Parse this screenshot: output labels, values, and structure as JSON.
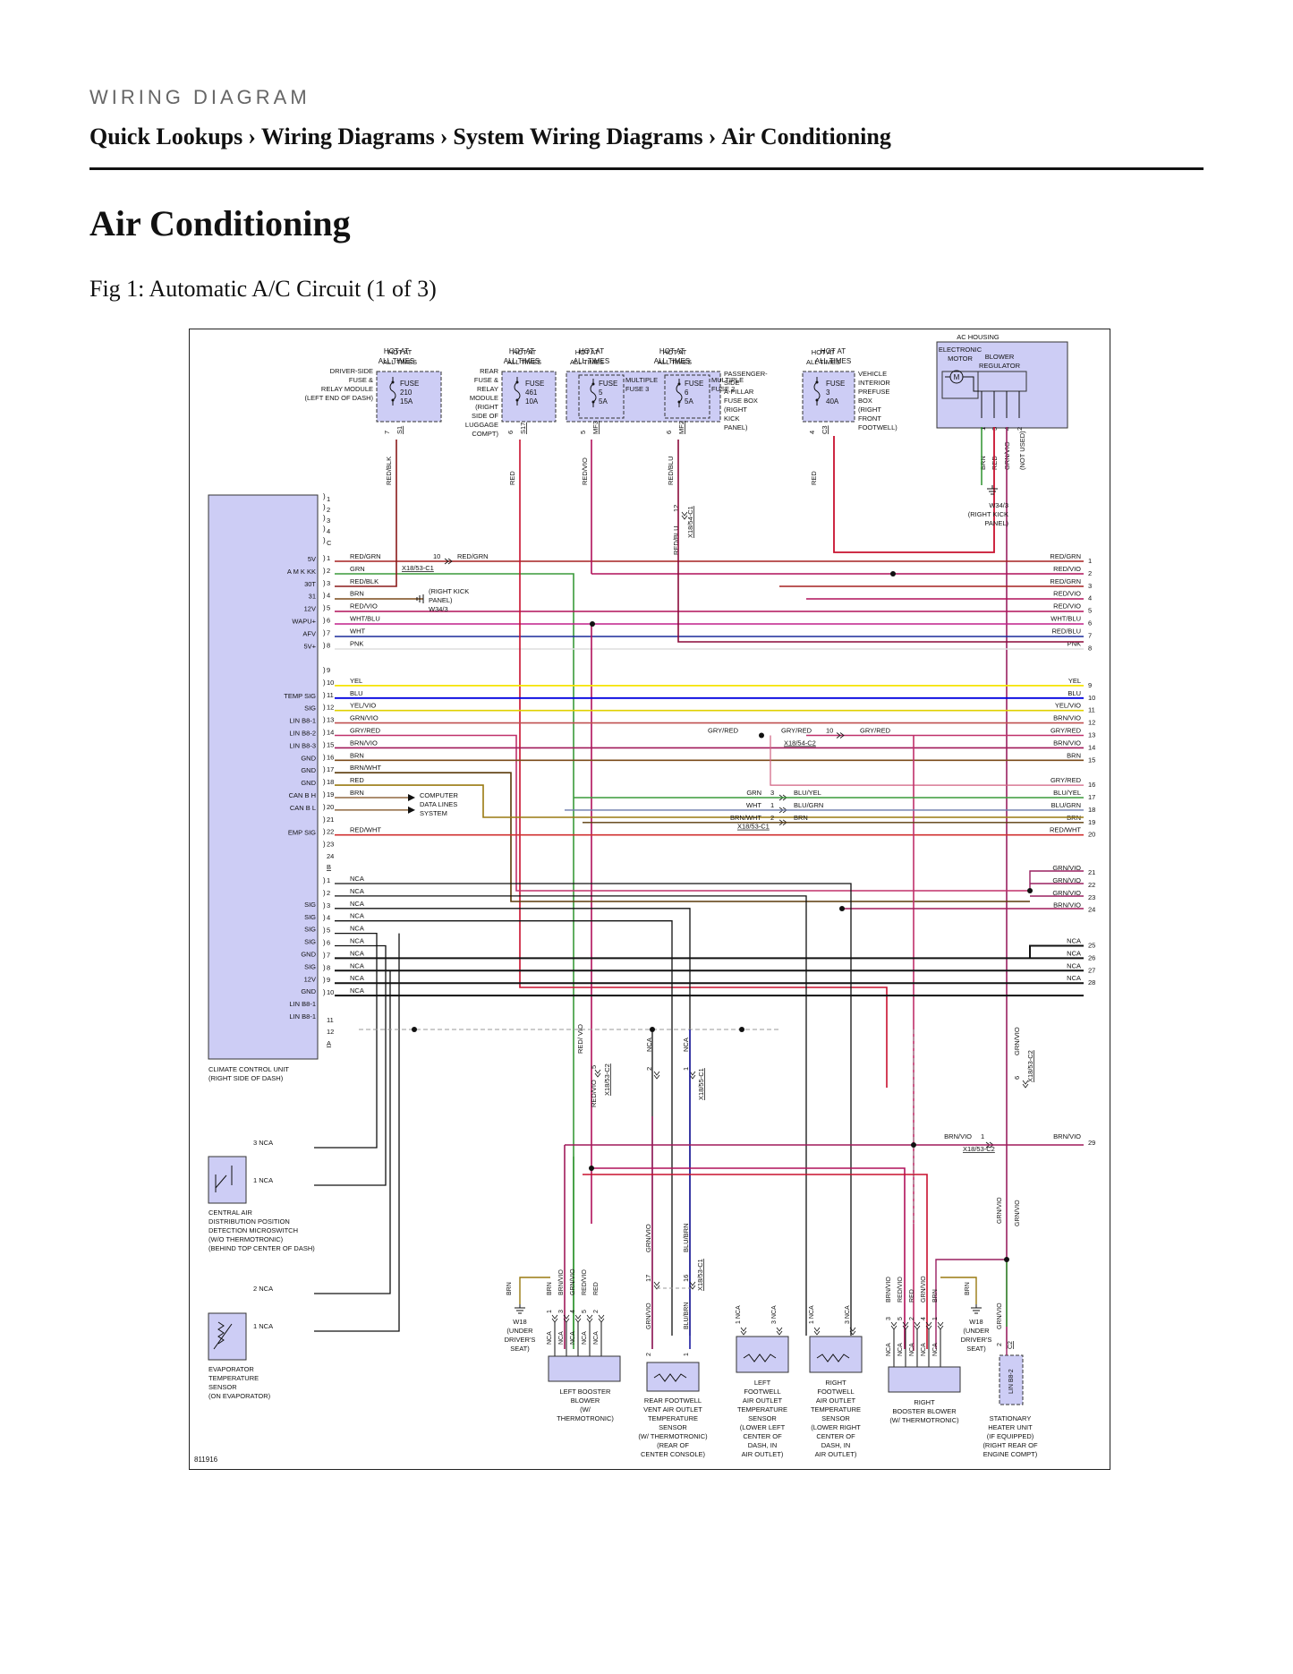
{
  "header": {
    "kicker": "WIRING DIAGRAM",
    "breadcrumbs": [
      "Quick Lookups",
      "Wiring Diagrams",
      "System Wiring Diagrams",
      "Air Conditioning"
    ],
    "separator": "›"
  },
  "page": {
    "title": "Air Conditioning",
    "figure_caption": "Fig 1: Automatic A/C Circuit (1 of 3)"
  },
  "diagram": {
    "figure_id": "811916",
    "colors": {
      "RED": "#c8102e",
      "RED/VIO": "#b0105a",
      "RED/BLU": "#8b0a3a",
      "RED/BLK": "#8b1a1a",
      "RED/GRN": "#a52020",
      "GRN": "#3a9a3a",
      "BRN": "#7a4a1a",
      "WHT/BLU": "#c0208a",
      "WHT": "#1a2a9a",
      "PNK": "#dddddd",
      "YEL": "#f5e400",
      "BLU": "#0000e0",
      "YEL/VIO": "#e0d000",
      "GRN/VIO": "#9a2060",
      "GRY/RED": "#c0306a",
      "BRN/VIO": "#a01a5a",
      "BRN/WHT": "#5a3a0a",
      "RED/WHT": "#d03030",
      "NCA": "#111111",
      "BLU/BRN": "#1a1aa0",
      "component": "#cdcdf5"
    },
    "fuses": [
      {
        "hot": "HOT AT ALL TIMES",
        "label": "FUSE",
        "number": "210",
        "rating": "15A",
        "pin": "7",
        "terminal": "S1",
        "wire": "RED/BLK",
        "box": [
          "DRIVER-SIDE",
          "FUSE &",
          "RELAY MODULE",
          "(LEFT END OF DASH)"
        ]
      },
      {
        "hot": "HOT AT ALL TIMES",
        "label": "FUSE",
        "number": "461",
        "rating": "10A",
        "pin": "6",
        "terminal": "S17",
        "wire": "RED",
        "box": [
          "REAR",
          "FUSE &",
          "RELAY",
          "MODULE",
          "(RIGHT",
          "SIDE OF",
          "LUGGAGE",
          "COMPT)"
        ]
      },
      {
        "hot": "HOT AT ALL TIMES",
        "label": "FUSE",
        "number": "5",
        "rating": "5A",
        "pin": "5",
        "terminal": "MF3",
        "wire": "RED/VIO",
        "multi": "MULTIPLE FUSE 3"
      },
      {
        "hot": "HOT AT ALL TIMES",
        "label": "FUSE",
        "number": "6",
        "rating": "5A",
        "pin": "6",
        "terminal": "MF2",
        "wire": "RED/BLU",
        "multi": "MULTIPLE FUSE 2"
      },
      {
        "hot": "HOT AT ALL TIMES",
        "label": "FUSE",
        "number": "3",
        "rating": "40A",
        "pin": "4",
        "terminal": "C3",
        "wire": "RED",
        "box": [
          "VEHICLE",
          "INTERIOR",
          "PREFUSE",
          "BOX",
          "(RIGHT",
          "FRONT",
          "FOOTWELL)"
        ]
      }
    ],
    "passenger_fuse_box": [
      "PASSENGER-",
      "SIDE",
      "A-PILLAR",
      "FUSE BOX",
      "(RIGHT",
      "KICK",
      "PANEL)"
    ],
    "ac_housing": {
      "title": "AC HOUSING",
      "motor": [
        "ELECTRONIC",
        "MOTOR"
      ],
      "motor_symbol": "M",
      "regulator": [
        "BLOWER",
        "REGULATOR"
      ],
      "pins": [
        "1",
        "3",
        "4",
        "2"
      ],
      "wires": [
        "BRN",
        "RED",
        "GRN/VIO",
        "(NOT USED)"
      ],
      "ground": [
        "W34/3",
        "(RIGHT KICK",
        "PANEL)"
      ]
    },
    "connector_red_blu": {
      "pin": "12",
      "name": "X18/54-C1",
      "wire": "RED/BLU"
    },
    "ccu": {
      "name": [
        "CLIMATE CONTROL UNIT",
        "(RIGHT SIDE OF DASH)"
      ],
      "connector_c_pins_top": [
        "1",
        "2",
        "3",
        "4",
        "C"
      ],
      "connector_b_pins": [
        "24",
        "B"
      ],
      "connector_a_pins_bottom": [
        "11",
        "12",
        "A"
      ]
    },
    "connector_c_rows": [
      {
        "func": "5V",
        "pin": "1",
        "wire": "RED/GRN",
        "right_wire": "RED/GRN",
        "right_pin": "1"
      },
      {
        "func": "A M K KK",
        "pin": "2",
        "wire": "GRN",
        "right_wire": "RED/VIO",
        "right_pin": "2"
      },
      {
        "func": "30T",
        "pin": "3",
        "wire": "RED/BLK",
        "right_wire": "RED/GRN",
        "right_pin": "3"
      },
      {
        "func": "31",
        "pin": "4",
        "wire": "BRN",
        "right_wire": "RED/VIO",
        "right_pin": "4"
      },
      {
        "func": "12V",
        "pin": "5",
        "wire": "RED/VIO",
        "right_wire": "RED/VIO",
        "right_pin": "5"
      },
      {
        "func": "WAPU+",
        "pin": "6",
        "wire": "WHT/BLU",
        "right_wire": "WHT/BLU",
        "right_pin": "6"
      },
      {
        "func": "AFV",
        "pin": "7",
        "wire": "WHT",
        "right_wire": "RED/BLU",
        "right_pin": "7"
      },
      {
        "func": "5V+",
        "pin": "8",
        "wire": "PNK",
        "right_wire": "PNK",
        "right_pin": "8"
      }
    ],
    "splice_x18_53_c1": {
      "pin": "10",
      "name": "X18/53-C1",
      "wire": "RED/GRN"
    },
    "ground_w34": [
      "(RIGHT KICK",
      "PANEL)",
      "W34/3"
    ],
    "connector_b_rows": [
      {
        "func": "",
        "pin": "9",
        "wire": "",
        "right_wire": "",
        "right_pin": ""
      },
      {
        "func": "",
        "pin": "10",
        "wire": "YEL",
        "right_wire": "YEL",
        "right_pin": "9"
      },
      {
        "func": "TEMP SIG",
        "pin": "11",
        "wire": "BLU",
        "right_wire": "BLU",
        "right_pin": "10"
      },
      {
        "func": "SIG",
        "pin": "12",
        "wire": "YEL/VIO",
        "right_wire": "YEL/VIO",
        "right_pin": "11"
      },
      {
        "func": "LIN B8-1",
        "pin": "13",
        "wire": "GRN/VIO",
        "right_wire": "BRN/VIO",
        "right_pin": "12"
      },
      {
        "func": "LIN B8-2",
        "pin": "14",
        "wire": "GRY/RED",
        "right_wire": "GRY/RED",
        "right_pin": "13"
      },
      {
        "func": "LIN B8-3",
        "pin": "15",
        "wire": "BRN/VIO",
        "right_wire": "BRN/VIO",
        "right_pin": "14"
      },
      {
        "func": "GND",
        "pin": "16",
        "wire": "BRN",
        "right_wire": "BRN",
        "right_pin": "15"
      },
      {
        "func": "GND",
        "pin": "17",
        "wire": "BRN/WHT",
        "right_wire": "",
        "right_pin": ""
      },
      {
        "func": "GND",
        "pin": "18",
        "wire": "RED",
        "right_wire": "GRY/RED",
        "right_pin": "16"
      },
      {
        "func": "CAN B H",
        "pin": "19",
        "wire": "BRN",
        "right_wire": "BLU/YEL",
        "right_pin": "17"
      },
      {
        "func": "CAN B L",
        "pin": "20",
        "wire": "",
        "right_wire": "BLU/GRN",
        "right_pin": "18"
      },
      {
        "func": "",
        "pin": "21",
        "wire": "",
        "right_wire": "BRN",
        "right_pin": "19"
      },
      {
        "func": "EMP SIG",
        "pin": "22",
        "wire": "RED/WHT",
        "right_wire": "RED/WHT",
        "right_pin": "20"
      },
      {
        "func": "",
        "pin": "23",
        "wire": "",
        "right_wire": "",
        "right_pin": ""
      }
    ],
    "computer_data_lines": [
      "COMPUTER",
      "DATA LINES",
      "SYSTEM"
    ],
    "gry_red_splice": {
      "left": "GRY/RED",
      "mid": "GRY/RED",
      "pin": "10",
      "right": "GRY/RED",
      "connector": "X18/54-C2"
    },
    "x18_53_mid": {
      "rows": [
        {
          "left": "GRN",
          "pin": "3",
          "right": "BLU/YEL"
        },
        {
          "left": "WHT",
          "pin": "1",
          "right": "BLU/GRN"
        },
        {
          "left": "BRN/WHT",
          "pin": "2",
          "right": "BRN"
        }
      ],
      "connector": "X18/53-C1"
    },
    "grn_vio_right": [
      {
        "wire": "GRN/VIO",
        "pin": "21"
      },
      {
        "wire": "GRN/VIO",
        "pin": "22"
      },
      {
        "wire": "GRN/VIO",
        "pin": "23"
      },
      {
        "wire": "BRN/VIO",
        "pin": "24"
      }
    ],
    "connector_a_rows": [
      {
        "func": "",
        "pin": "1",
        "wire": "NCA"
      },
      {
        "func": "SIG",
        "pin": "2",
        "wire": "NCA"
      },
      {
        "func": "SIG",
        "pin": "3",
        "wire": "NCA"
      },
      {
        "func": "SIG",
        "pin": "4",
        "wire": "NCA"
      },
      {
        "func": "SIG",
        "pin": "5",
        "wire": "NCA"
      },
      {
        "func": "GND",
        "pin": "6",
        "wire": "NCA"
      },
      {
        "func": "SIG",
        "pin": "7",
        "wire": "NCA"
      },
      {
        "func": "12V",
        "pin": "8",
        "wire": "NCA"
      },
      {
        "func": "GND",
        "pin": "9",
        "wire": "NCA"
      },
      {
        "func": "LIN B8-1",
        "pin": "10",
        "wire": "NCA"
      },
      {
        "func": "LIN B8-1",
        "pin": "",
        "wire": ""
      }
    ],
    "nca_right": [
      {
        "wire": "NCA",
        "pin": "25"
      },
      {
        "wire": "NCA",
        "pin": "26"
      },
      {
        "wire": "NCA",
        "pin": "27"
      },
      {
        "wire": "NCA",
        "pin": "28"
      }
    ],
    "brn_vio_29": {
      "left": "BRN/VIO",
      "pin": "1",
      "right": "BRN/VIO",
      "right_pin": "29",
      "connector": "X18/53-C2"
    },
    "vertical_connectors": [
      {
        "wire": "RED/ VIO",
        "pin": "5",
        "connector": "X18/53-C2",
        "lower": "RED/VIO"
      },
      {
        "wire": "NCA",
        "pin": "2",
        "connector": ""
      },
      {
        "wire": "NCA",
        "pin": "1",
        "connector": "X18/55-C1"
      },
      {
        "wire": "GRN/VIO",
        "pin": "6",
        "connector": "X18/53-C2"
      }
    ],
    "switch": {
      "pins": [
        {
          "pin": "3",
          "wire": "NCA"
        },
        {
          "pin": "1",
          "wire": "NCA"
        }
      ],
      "name": [
        "CENTRAL AIR",
        "DISTRIBUTION POSITION",
        "DETECTION MICROSWITCH",
        "(W/O THERMOTRONIC)",
        "(BEHIND TOP CENTER OF DASH)"
      ]
    },
    "evap_sensor": {
      "pins": [
        {
          "pin": "2",
          "wire": "NCA"
        },
        {
          "pin": "1",
          "wire": "NCA"
        }
      ],
      "name": [
        "EVAPORATOR",
        "TEMPERATURE",
        "SENSOR",
        "(ON EVAPORATOR)"
      ]
    },
    "rear_vent_connector": {
      "wires": [
        "GRN/VIO",
        "BLU/BRN"
      ],
      "pins": [
        "17",
        "16"
      ],
      "connector": "X18/53-C1"
    },
    "left_booster": {
      "wires": [
        "BRN",
        "BRN/VIO",
        "GRN/VIO",
        "RED/VIO",
        "RED"
      ],
      "pins": [
        "1",
        "3",
        "4",
        "5",
        "2"
      ],
      "nca": [
        "NCA",
        "NCA",
        "NCA",
        "NCA",
        "NCA"
      ],
      "ground": [
        "W18",
        "(UNDER",
        "DRIVER'S",
        "SEAT)"
      ],
      "ground_wire": "BRN",
      "name": [
        "LEFT BOOSTER",
        "BLOWER",
        "(W/",
        "THERMOTRONIC)"
      ]
    },
    "rear_vent_sensor": {
      "wires": [
        "GRN/VIO",
        "BLU/BRN"
      ],
      "pins": [
        "2",
        "1"
      ],
      "name": [
        "REAR FOOTWELL",
        "VENT AIR OUTLET",
        "TEMPERATURE",
        "SENSOR",
        "(W/ THERMOTRONIC)",
        "(REAR OF",
        "CENTER CONSOLE)"
      ]
    },
    "left_footwell": {
      "pins": [
        {
          "pin": "1",
          "wire": "NCA"
        },
        {
          "pin": "3",
          "wire": "NCA"
        }
      ],
      "name": [
        "LEFT",
        "FOOTWELL",
        "AIR OUTLET",
        "TEMPERATURE",
        "SENSOR",
        "(LOWER LEFT",
        "CENTER OF",
        "DASH, IN",
        "AIR OUTLET)"
      ]
    },
    "right_footwell": {
      "pins": [
        {
          "pin": "1",
          "wire": "NCA"
        },
        {
          "pin": "3",
          "wire": "NCA"
        }
      ],
      "name": [
        "RIGHT",
        "FOOTWELL",
        "AIR OUTLET",
        "TEMPERATURE",
        "SENSOR",
        "(LOWER RIGHT",
        "CENTER OF",
        "DASH, IN",
        "AIR OUTLET)"
      ]
    },
    "right_booster": {
      "wires": [
        "BRN/VIO",
        "RED/VIO",
        "RED",
        "GRN/VIO",
        "BRN"
      ],
      "pins": [
        "3",
        "5",
        "2",
        "4",
        "1"
      ],
      "nca": [
        "NCA",
        "NCA",
        "NCA",
        "NCA",
        "NCA"
      ],
      "ground": [
        "W18",
        "(UNDER",
        "DRIVER'S",
        "SEAT)"
      ],
      "ground_wire": "BRN",
      "name": [
        "RIGHT",
        "BOOSTER BLOWER",
        "(W/ THERMOTRONIC)"
      ]
    },
    "stationary_heater": {
      "wires": [
        "GRN/VIO",
        "GRN/VIO",
        "GRN/VIO"
      ],
      "pin": "2",
      "connector": "C2",
      "lin": "LIN B8-2",
      "name": [
        "STATIONARY",
        "HEATER UNIT",
        "(IF EQUIPPED)",
        "(RIGHT REAR OF",
        "ENGINE COMPT)"
      ]
    }
  }
}
